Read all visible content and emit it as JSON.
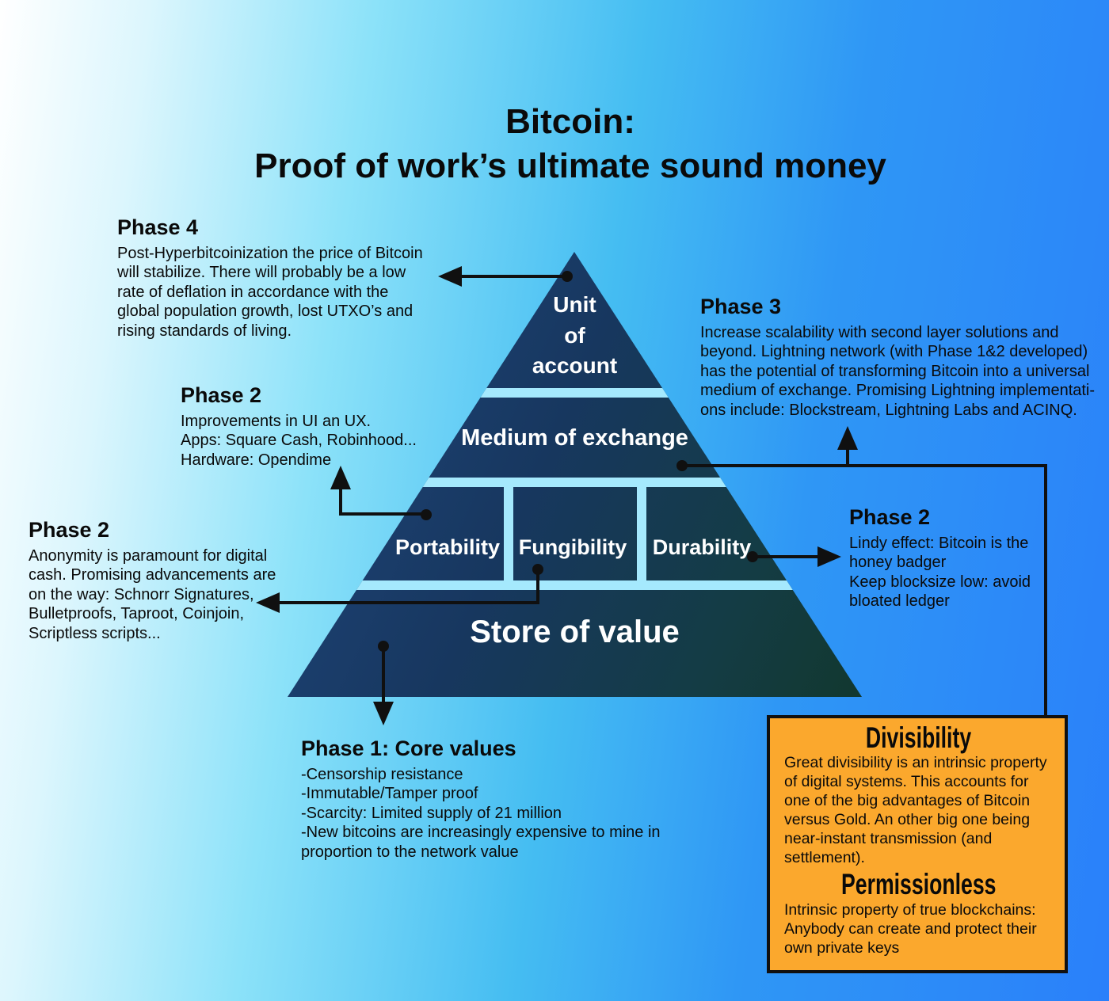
{
  "title": {
    "line1": "Bitcoin:",
    "line2": "Proof of work’s ultimate sound money"
  },
  "pyramid": {
    "levels": {
      "unit_of_account": "Unit\nof\naccount",
      "medium_of_exchange": "Medium of exchange",
      "portability": "Portability",
      "fungibility": "Fungibility",
      "durability": "Durability",
      "store_of_value": "Store of value"
    }
  },
  "annotations": {
    "phase4": {
      "title": "Phase 4",
      "body": "Post-Hyperbitcoinization the price of Bitcoin\nwill stabilize. There will probably be a low\nrate of deflation in accordance with the\nglobal population growth, lost UTXO’s and\nrising standards of living."
    },
    "phase2_ui": {
      "title": "Phase 2",
      "body": "Improvements in UI an UX.\nApps: Square Cash, Robinhood...\nHardware: Opendime"
    },
    "phase2_anonymity": {
      "title": "Phase 2",
      "body": "Anonymity is paramount for digital\ncash. Promising advancements are\non the way: Schnorr Signatures,\nBulletproofs, Taproot, Coinjoin,\nScriptless scripts..."
    },
    "phase3": {
      "title": "Phase 3",
      "body": "Increase scalability with second layer solutions and\nbeyond. Lightning network (with Phase 1&2 developed)\nhas the potential of transforming Bitcoin into a universal\nmedium of exchange. Promising Lightning implementati-\nons include: Blockstream, Lightning Labs and ACINQ."
    },
    "phase2_lindy": {
      "title": "Phase 2",
      "body": "Lindy effect: Bitcoin is the\nhoney badger\nKeep blocksize low: avoid\nbloated ledger"
    },
    "phase1": {
      "title": "Phase 1: Core values",
      "body": "-Censorship resistance\n-Immutable/Tamper proof\n-Scarcity: Limited supply of 21 million\n-New bitcoins are increasingly expensive to mine in\nproportion to the network value"
    }
  },
  "info_box": {
    "divisibility_title": "Divisibility",
    "divisibility_body": "Great divisibility is an intrinsic property\nof digital systems. This accounts for\none of the big advantages of Bitcoin\nversus Gold. An other big one being\nnear-instant transmission (and\nsettlement).",
    "permissionless_title": "Permissionless",
    "permissionless_body": "Intrinsic property of true blockchains:\nAnybody can create and protect their\nown private keys"
  },
  "colors": {
    "background_left": "#ffffff",
    "background_right": "#2a80fa",
    "pyramid_navy": "#20477e",
    "pyramid_teal": "#12382f",
    "separator_cyan": "#a5e9fd",
    "accent_orange": "#fba82d",
    "connector_black": "#101010"
  }
}
